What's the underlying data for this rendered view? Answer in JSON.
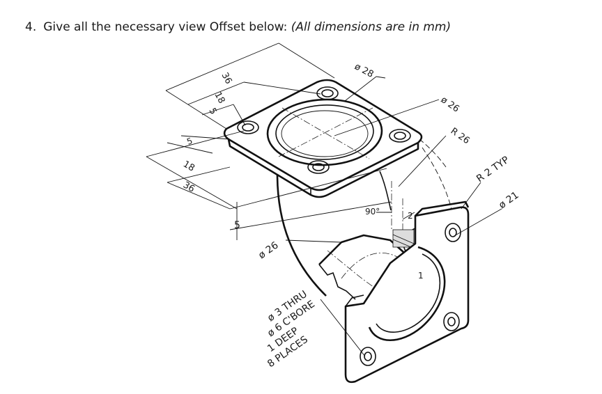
{
  "question": {
    "number": "4.",
    "text": "Give all the necessary view Offset below:",
    "note": "(All dimensions are in mm)"
  },
  "labels": {
    "dim_36_top": "36",
    "dim_18_top": "18",
    "dim_5_top": "5",
    "dim_5_left": "5",
    "dim_18_left": "18",
    "dim_36_left": "36",
    "dim_5_vertical": "5",
    "dia_28": "ø 28",
    "dia_26_top": "ø 26",
    "r_26": "R 26",
    "r_2_typ": "R 2 TYP",
    "dia_21": "ø 21",
    "angle_90": "90°",
    "dim_2": "2",
    "dim_1": "1",
    "dia_26_left": "ø 26",
    "hole_line1": "ø 3 THRU",
    "hole_line2": "ø 6 C'BORE",
    "hole_line3": "1 DEEP",
    "hole_line4": "8 PLACES"
  }
}
